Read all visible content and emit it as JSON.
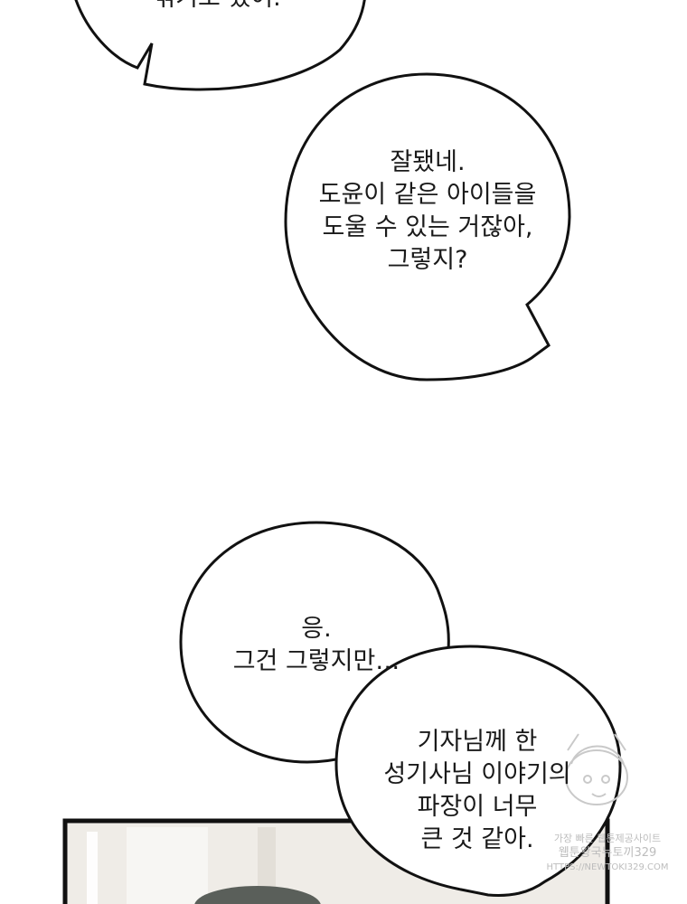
{
  "bubble_top": {
    "line": "섞기도 했어."
  },
  "bubble_1": {
    "lines": [
      "잘됐네.",
      "도윤이 같은 아이들을",
      "도울 수 있는 거잖아,",
      "그렇지?"
    ]
  },
  "bubble_2": {
    "lines": [
      "응.",
      "그건 그렇지만…"
    ]
  },
  "bubble_3": {
    "lines": [
      "기자님께 한",
      "성기사님 이야기의",
      "파장이 너무",
      "큰 것 같아."
    ]
  },
  "watermark": {
    "line1": "가장 빠른 웹툰제공사이트",
    "line2": "웹툰왕국뉴토끼329",
    "url": "HTTPS://NEWTOKI329.COM"
  },
  "colors": {
    "outline": "#111111",
    "text": "#1a1a1a",
    "panel_bg": "#efece7",
    "watermark": "#bdbdbd"
  }
}
